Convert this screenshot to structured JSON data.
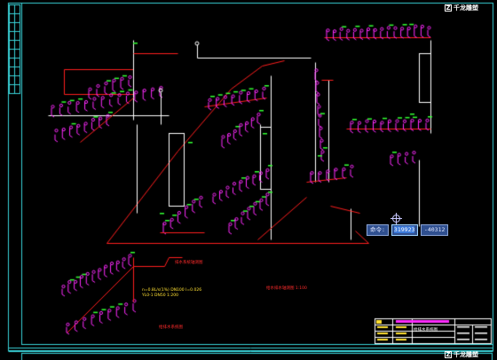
{
  "app": {
    "logo_top": "千龙雕塑",
    "logo_bottom": "千龙雕塑",
    "logo_mark": "Z"
  },
  "command_line": {
    "prompt_label": "命令:",
    "input_value": "319923",
    "coordinate": "-40312"
  },
  "drawing": {
    "note_red_1": "给排水系统图",
    "note_red_2": "给水排水轴测图 1:100",
    "note_red_3": "排水系统轴测图",
    "note_yellow_1": "n=0.8L/s(1%)  DN100  I=0.026",
    "note_yellow_2": "YL0-1  DN50  1:200",
    "titleblock_title": "给排水系统图",
    "colors": {
      "background": "#000000",
      "frame": "#39d3d8",
      "pipe_red": "#ff1e1e",
      "fixture_magenta": "#ff2bff",
      "label_green": "#33ff33",
      "label_yellow": "#ffe033",
      "white": "#ffffff"
    }
  }
}
